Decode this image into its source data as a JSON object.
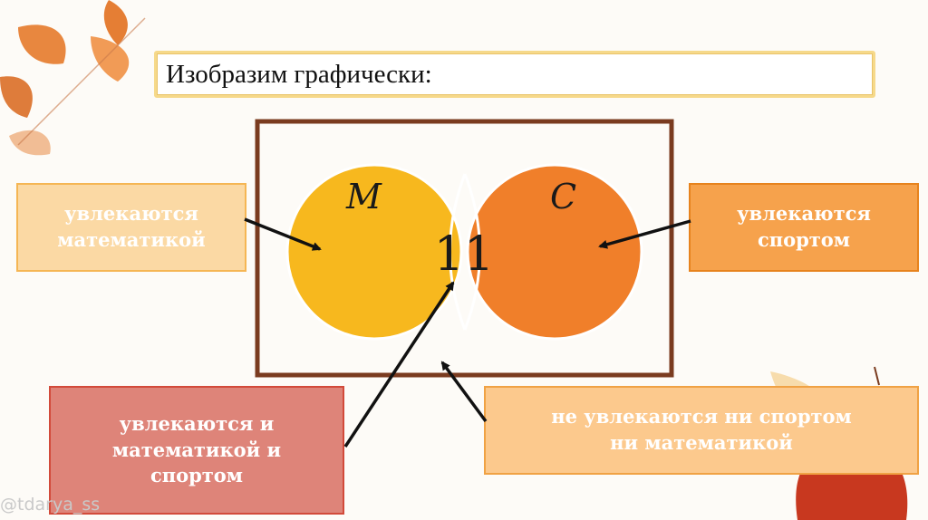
{
  "title": "Изобразим графически:",
  "venn": {
    "set_m_label": "M",
    "set_c_label": "C",
    "intersection_value": "11"
  },
  "labels": {
    "math": "увлекаются\nматематикой",
    "sport": "увлекаются\nспортом",
    "both": "увлекаются и\nматематикой и\nспортом",
    "none": "не увлекаются ни спортом\nни математикой"
  },
  "watermark": "@tdarya_ss",
  "colors": {
    "background": "#fdfbf7",
    "frame": "#7a3b1f",
    "circle_m": "#f7b81e",
    "circle_c": "#f07f2a",
    "intersection": "#c33322",
    "leaf": "#e2701e",
    "arrow": "#111111"
  }
}
